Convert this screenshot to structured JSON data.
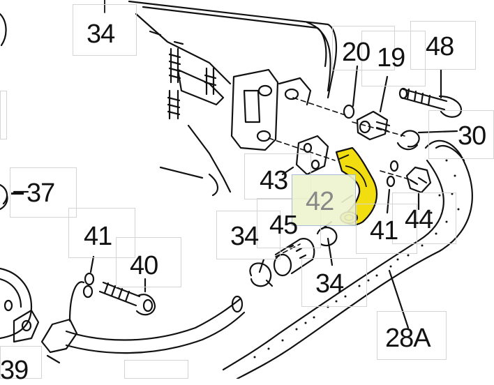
{
  "labels": {
    "l34_top": "34",
    "l20": "20",
    "l19": "19",
    "l48": "48",
    "l30": "30",
    "l37": "37",
    "l43": "43",
    "l42": "42",
    "l41_right": "41",
    "l44": "44",
    "l34_mid": "34",
    "l45": "45",
    "l34_bottom": "34",
    "l41_left": "41",
    "l40": "40",
    "l28a": "28A",
    "l39": "39"
  },
  "highlight": {
    "part": "42",
    "color": "#f2dd10"
  },
  "colors": {
    "ink": "#111111",
    "callout_box": "#d4d4d4",
    "highlight_box": "#eef3cf"
  }
}
